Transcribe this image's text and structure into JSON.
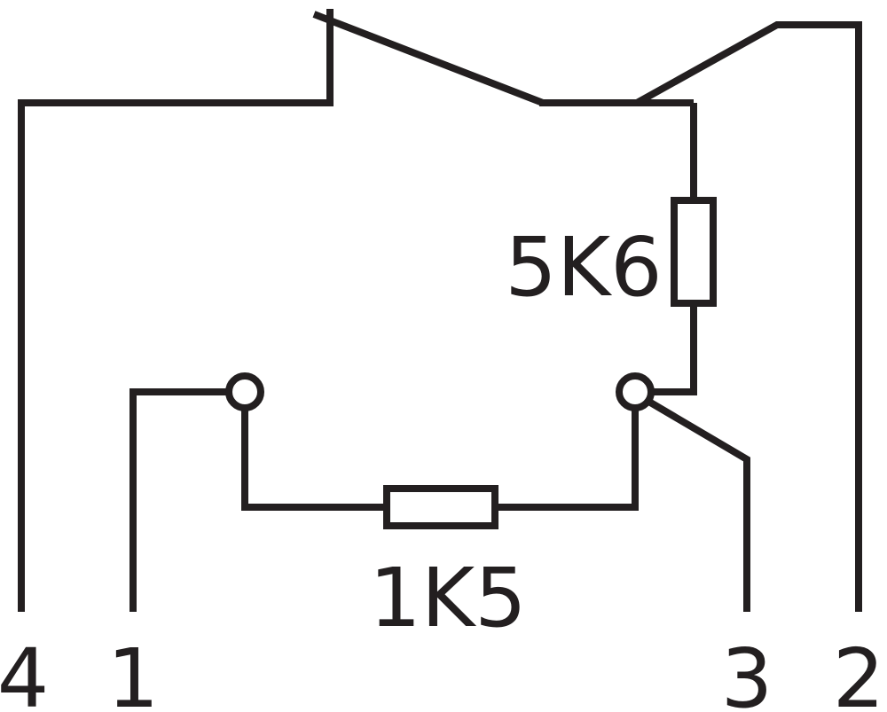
{
  "diagram": {
    "resistor_top_label": "5K6",
    "resistor_bottom_label": "1K5",
    "pins": {
      "pin4": "4",
      "pin1": "1",
      "pin3": "3",
      "pin2": "2"
    },
    "colors": {
      "line": "#231f20",
      "background": "#ffffff"
    }
  }
}
